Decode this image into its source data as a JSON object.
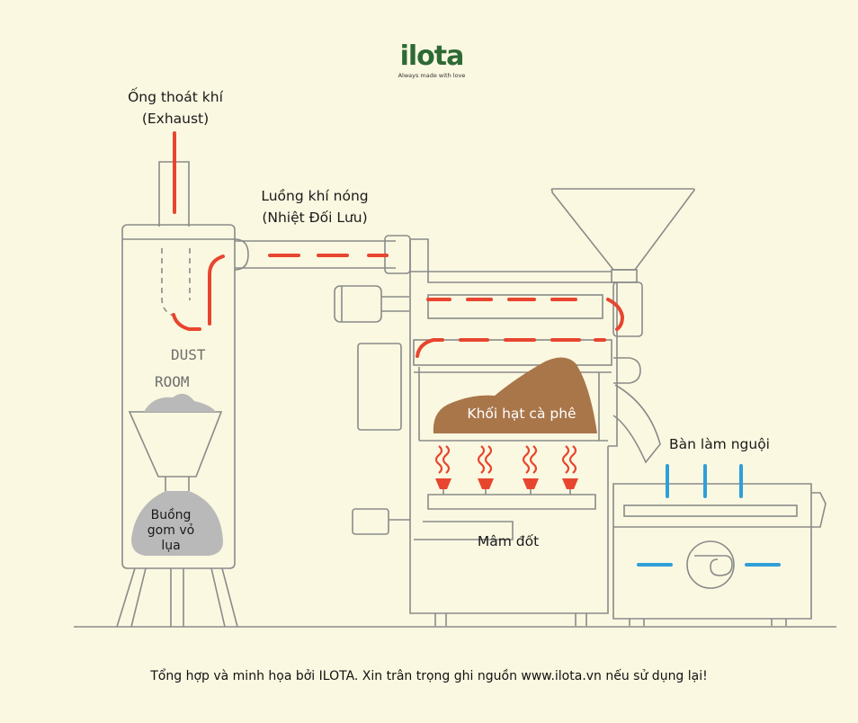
{
  "logo": {
    "wordmark": "ilota",
    "tagline": "Always made with love"
  },
  "labels": {
    "exhaust_vi": "Ống thoát khí",
    "exhaust_en": "(Exhaust)",
    "hot_air_vi": "Luồng khí nóng",
    "hot_air_sub": "(Nhiệt Đối Lưu)",
    "dust_room_1": "DUST",
    "dust_room_2": "ROOM",
    "chaff_1": "Buồng",
    "chaff_2": "gom vỏ",
    "chaff_3": "lụa",
    "beans": "Khối hạt cà phê",
    "cooling": "Bàn làm nguội",
    "burner": "Mâm đốt"
  },
  "footer": "Tổng hợp và minh họa bởi ILOTA. Xin trân trọng ghi nguồn www.ilota.vn nếu sử dụng lại!",
  "colors": {
    "line": "#8a8a8a",
    "hot": "#e8452f",
    "cool": "#2f9fd8",
    "beans": "#a9764a",
    "chaff": "#b9b9b9",
    "bg": "#fbf8e1"
  }
}
